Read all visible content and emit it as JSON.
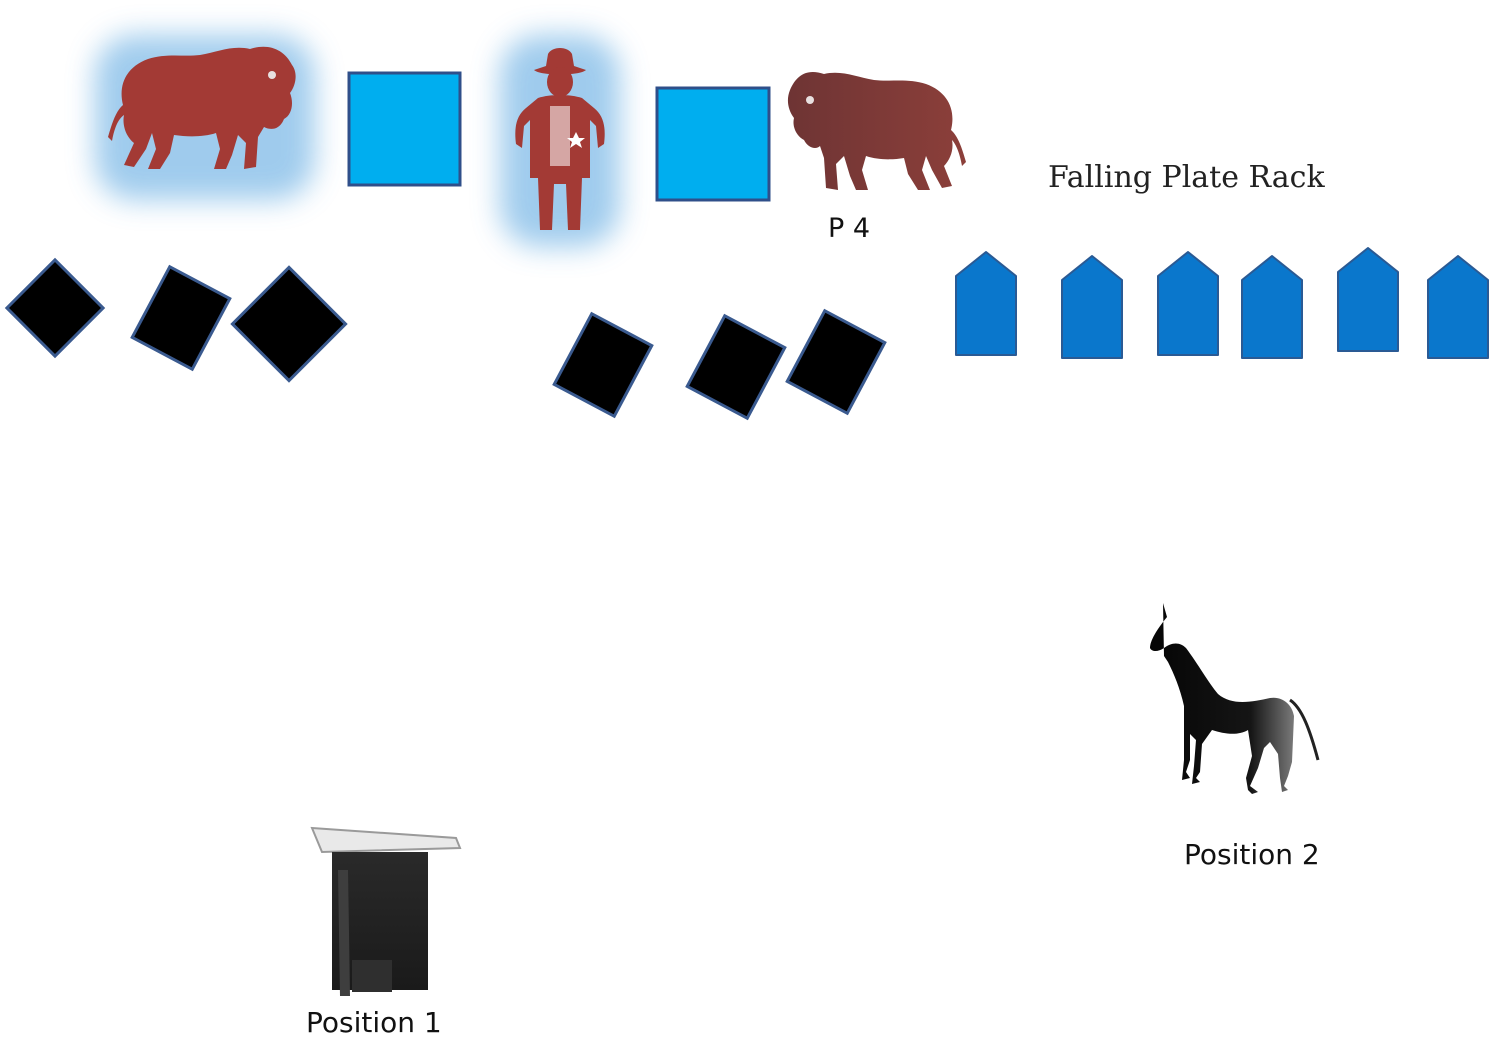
{
  "labels": {
    "rack_title": "Falling Plate Rack",
    "p4": "P 4",
    "position1": "Position 1",
    "position2": "Position 2"
  },
  "colors": {
    "silhouette_red": "#a33a35",
    "buffalo_brown": "#7f3a36",
    "square_target": "#00aeef",
    "square_border": "#2f4f8a",
    "plate_blue": "#0a77cc",
    "black_target": "#000000",
    "glow": "#8fc3ea"
  },
  "icons": [
    "buffalo-icon",
    "cowboy-icon",
    "horse-icon",
    "barricade-icon"
  ]
}
